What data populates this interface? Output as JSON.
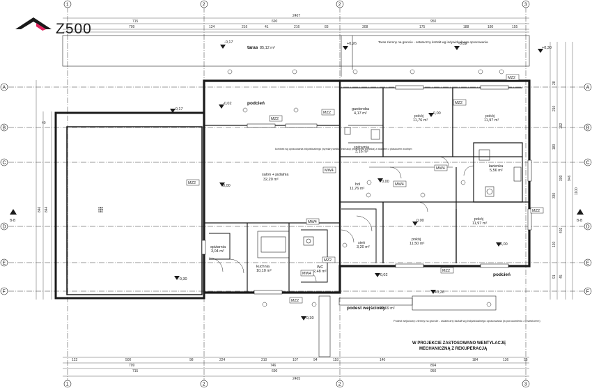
{
  "logo": {
    "text": "Z500",
    "accent_color": "#e0245e"
  },
  "axes": {
    "columns": [
      "1",
      "2",
      "3"
    ],
    "rows": [
      "A",
      "B",
      "C",
      "D",
      "E",
      "F"
    ]
  },
  "section_marks": {
    "left": "B-B",
    "right": "B-B"
  },
  "top_dims": {
    "overall": "2407",
    "row1": [
      "715",
      "690",
      "950"
    ],
    "row2": [
      "709",
      "124",
      "216",
      "41",
      "216",
      "83",
      "308",
      "175",
      "188",
      "180",
      "155"
    ]
  },
  "bottom_dims": {
    "row1": [
      "122",
      "500",
      "98",
      "224",
      "210",
      "107",
      "94",
      "118",
      "140",
      "184",
      "136",
      "56"
    ],
    "row2": [
      "709",
      "746",
      "894"
    ],
    "row3": [
      "715",
      "690",
      "950"
    ],
    "overall": "2405"
  },
  "left_dims": [
    "40",
    "846",
    "844",
    "815"
  ],
  "right_dims": [
    "28",
    "210",
    "192",
    "180",
    "309",
    "330",
    "946",
    "1100",
    "402",
    "45",
    "130",
    "91"
  ],
  "elevations": [
    "-0,17",
    "+0,26",
    "-0,02",
    "+0,30",
    "-0,17",
    "-0,02",
    "0,00",
    "0,00",
    "0,00",
    "0,00",
    "-0,30",
    "-0,02",
    "0,00",
    "+0,26",
    "-0,30"
  ],
  "rooms": {
    "taras": {
      "name": "taras",
      "area": "85,12 m²"
    },
    "taras_note": "Taras ziemny na gruncie - ostateczny kształt wg indywidualnego opracowania",
    "podcien_top": "podcień",
    "podcien_right": "podcień",
    "salon": {
      "name": "salon + jadalnia",
      "area": "32,20 m²"
    },
    "kominek_note": "kominek wg opracowania indywidualnego (wymiary według instrukcji producenta kominka) z wkładem z płaszczem wodnym",
    "garderoba": {
      "name": "garderoba",
      "area": "4,17 m²"
    },
    "pokoj1": {
      "name": "pokój",
      "area": "11,76 m²"
    },
    "pokoj2": {
      "name": "pokój",
      "area": "11,97 m²"
    },
    "spizarnia": {
      "name": "spiżarnia",
      "area": "3,16 m²"
    },
    "lazienka": {
      "name": "łazienka",
      "area": "5,56 m²"
    },
    "hol": {
      "name": "hol",
      "area": "11,76 m²"
    },
    "pokoj3": {
      "name": "pokój",
      "area": "11,97 m²"
    },
    "sien": {
      "name": "sień",
      "area": "3,20 m²"
    },
    "pokoj4": {
      "name": "pokój",
      "area": "11,50 m²"
    },
    "spizarnia2": {
      "name": "spiżarnia",
      "area": "3,04 m²"
    },
    "kuchnia": {
      "name": "kuchnia",
      "area": "10,10 m²"
    },
    "wc": {
      "name": "WC",
      "area": "2,48 m²"
    },
    "garaz_dim": "815",
    "podest": {
      "name": "podest wejściowy",
      "area": "22,69 m²"
    },
    "podest_note": "Podest wejściowy: ziemny na gruncie - ostateczny kształt wg indywidualnego opracowania (w porozumieniu z inwestorem)"
  },
  "tags": [
    "MZ2",
    "MZ2",
    "MZ2",
    "MZ2",
    "MZ2",
    "MW4",
    "MW4",
    "MW4",
    "MW4",
    "MZ2",
    "MZ2",
    "MW4",
    "MZ2",
    "MZ2"
  ],
  "ventilation_note_line1": "W PROJEKCIE ZASTOSOWANO WENTYLACJĘ",
  "ventilation_note_line2": "MECHANICZNĄ Z REKUPERACJĄ",
  "lines_color": "#1a1a1a",
  "dash_color": "#333333"
}
